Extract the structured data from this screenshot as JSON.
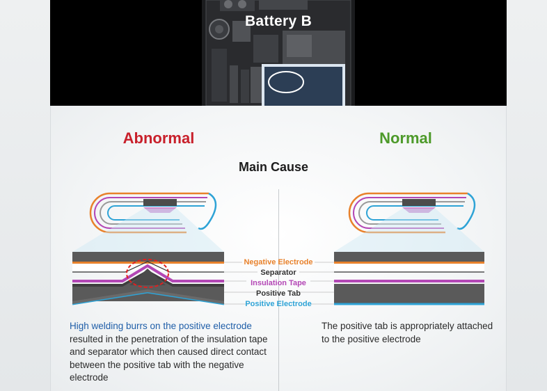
{
  "photo": {
    "title": "Battery B"
  },
  "headings": {
    "abnormal": "Abnormal",
    "normal": "Normal",
    "main_cause": "Main Cause"
  },
  "layers": [
    {
      "name": "Negative Electrode",
      "color": "#e8812b"
    },
    {
      "name": "Separator",
      "color": "#333333"
    },
    {
      "name": "Insulation Tape",
      "color": "#b347b5"
    },
    {
      "name": "Positive Tab",
      "color": "#333333"
    },
    {
      "name": "Positive Electrode",
      "color": "#2ea3d6"
    }
  ],
  "abnormal_text": {
    "highlight": "High welding burrs on the positive electrode",
    "rest": " resulted in the penetration of the insulation tape and separator which then caused direct contact between the positive tab with the negative electrode"
  },
  "normal_text": "The positive tab is appropriately attached to the positive electrode",
  "colors": {
    "abnormal": "#c8202b",
    "normal": "#4d9a2a",
    "highlight": "#1f5ea8",
    "battery_outline": "#dce6f0",
    "battery_fill": "#2c3e55"
  }
}
